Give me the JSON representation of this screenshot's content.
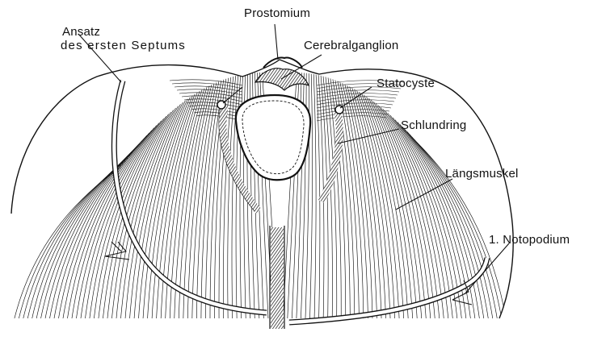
{
  "labels": {
    "ansatz_line1": "Ansatz",
    "ansatz_line2": "des ersten Septums",
    "prostomium": "Prostomium",
    "cerebralganglion": "Cerebralganglion",
    "statocyste": "Statocyste",
    "schlundring": "Schlundring",
    "laengsmuskel": "Längsmuskel",
    "notopodium": "1. Notopodium"
  },
  "colors": {
    "ink": "#111111",
    "background": "#ffffff"
  }
}
